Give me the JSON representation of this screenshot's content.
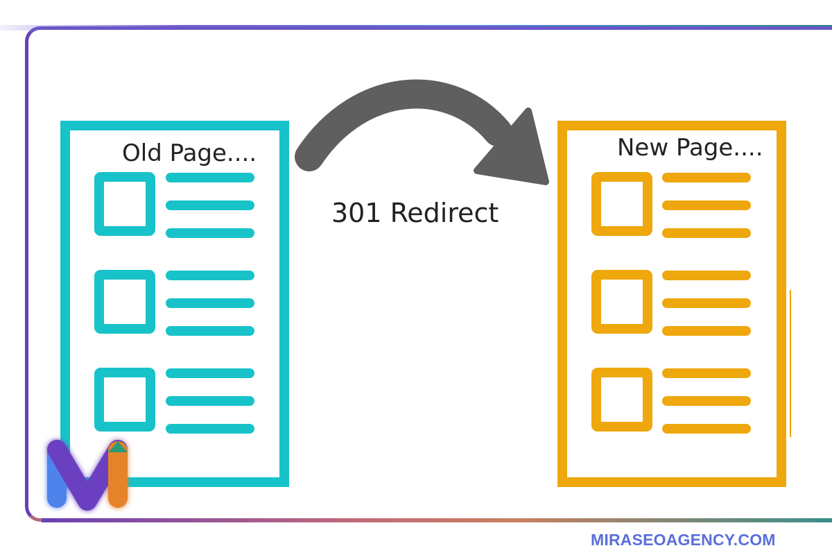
{
  "diagram": {
    "old_page_label": "Old Page....",
    "new_page_label": "New Page....",
    "redirect_label": "301 Redirect"
  },
  "brand": {
    "website": "MIRASEOAGENCY.COM",
    "logo_letter": "M"
  },
  "colors": {
    "old_page": "#17c3c9",
    "new_page": "#eea70c",
    "arrow": "#5f5f5f",
    "brand_text": "#5b6fd8",
    "frame_purple": "#6a3fb5"
  }
}
